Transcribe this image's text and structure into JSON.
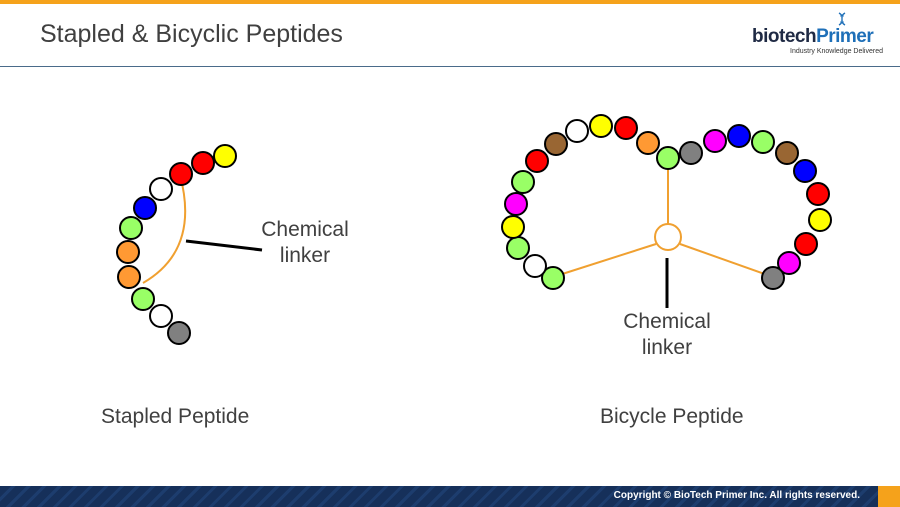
{
  "slide": {
    "title": "Stapled & Bicyclic Peptides",
    "footer_copyright": "Copyright © BioTech Primer Inc. All rights reserved."
  },
  "logo": {
    "name_main": "biotech",
    "name_accent": "Primer",
    "tagline": "Industry Knowledge Delivered"
  },
  "stapled": {
    "caption": "Stapled Peptide",
    "linker_label_line1": "Chemical",
    "linker_label_line2": "linker",
    "residue_colors": [
      "#ffff00",
      "#ff0000",
      "#ff0000",
      "#ffffff",
      "#0000ff",
      "#99ff66",
      "#ff9933",
      "#ff9933",
      "#99ff66",
      "#ffffff",
      "#808080"
    ]
  },
  "bicycle": {
    "caption": "Bicycle Peptide",
    "linker_label_line1": "Chemical",
    "linker_label_line2": "linker",
    "residue_colors": [
      "#99ff66",
      "#ffffff",
      "#99ff66",
      "#ffff00",
      "#ff00ff",
      "#99ff66",
      "#ff0000",
      "#996633",
      "#ffffff",
      "#ffff00",
      "#ff0000",
      "#ff9933",
      "#99ff66",
      "#808080",
      "#ff00ff",
      "#0000ff",
      "#99ff66",
      "#996633",
      "#0000ff",
      "#ff0000",
      "#ffff00",
      "#ff0000",
      "#ff00ff",
      "#808080"
    ]
  },
  "colors": {
    "linker_orange": "#f0a030",
    "accent_orange": "#f5a21b",
    "header_rule": "#4a6b8a",
    "footer_navy": "#16305a"
  }
}
